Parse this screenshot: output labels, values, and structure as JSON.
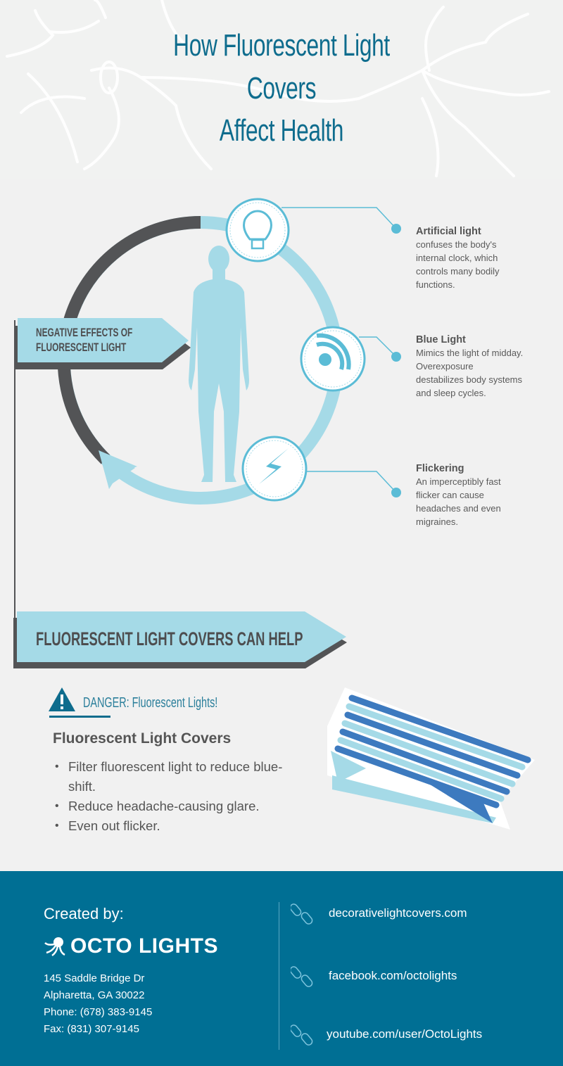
{
  "header": {
    "title_lines": [
      "How Fluorescent Light",
      "Covers",
      "Affect Health"
    ]
  },
  "effects": {
    "banner": [
      "NEGATIVE EFFECTS OF",
      "FLUORESCENT LIGHT"
    ],
    "items": [
      {
        "icon": "lightbulb-icon",
        "title": "Artificial light",
        "lines": [
          "confuses the body's",
          "internal clock, which",
          "controls many bodily",
          "functions."
        ]
      },
      {
        "icon": "blue-light-waves-icon",
        "title": "Blue Light",
        "lines": [
          "Mimics the light of midday.",
          "Overexposure",
          "destabilizes body systems",
          "and sleep cycles."
        ]
      },
      {
        "icon": "lightning-bolt-icon",
        "title": "Flickering",
        "lines": [
          "An imperceptibly fast",
          "flicker can cause",
          "headaches and even",
          "migraines."
        ]
      }
    ]
  },
  "help_banner": "FLUORESCENT LIGHT COVERS CAN HELP",
  "danger": {
    "label": "DANGER: Fluorescent Lights!",
    "heading": "Fluorescent Light Covers",
    "bullets": [
      "Filter fluorescent light to reduce blue-shift.",
      "Reduce headache-causing glare.",
      "Even out flicker."
    ]
  },
  "footer": {
    "created_by": "Created by:",
    "logo_text": "OCTO LIGHTS",
    "address": [
      "145 Saddle Bridge Dr",
      "Alpharetta, GA 30022",
      "Phone: (678) 383-9145",
      "Fax: (831) 307-9145"
    ],
    "links": [
      "decorativelightcovers.com",
      "facebook.com/octolights",
      "youtube.com/user/OctoLights"
    ]
  },
  "colors": {
    "title": "#0e6c8d",
    "light_blue": "#a5dae7",
    "dark_gray": "#535456",
    "footer_bg": "#006f94",
    "accent": "#5bbcd6"
  }
}
